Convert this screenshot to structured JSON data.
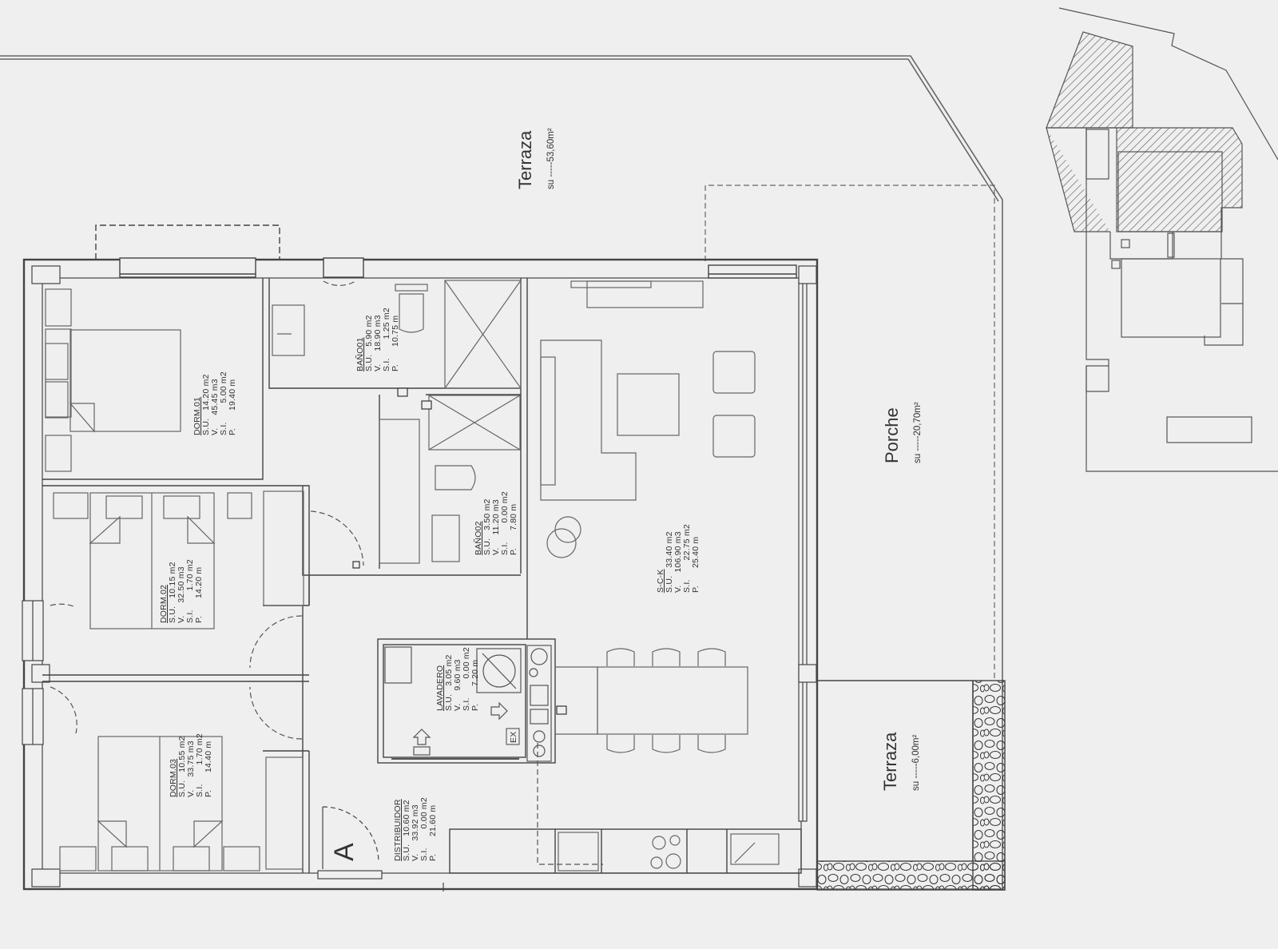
{
  "rooms": {
    "dorm01": {
      "title": "DORM.01",
      "lines": [
        {
          "label": "S.U.",
          "value": "14.20 m2"
        },
        {
          "label": "V.",
          "value": "45.45 m3"
        },
        {
          "label": "S.I.",
          "value": "5.00 m2"
        },
        {
          "label": "P.",
          "value": "19.40 m"
        }
      ]
    },
    "bano01": {
      "title": "BAÑO01",
      "lines": [
        {
          "label": "S.U.",
          "value": "5.90 m2"
        },
        {
          "label": "V.",
          "value": "18.90 m3"
        },
        {
          "label": "S.I.",
          "value": "1.25 m2"
        },
        {
          "label": "P.",
          "value": "10.75 m"
        }
      ]
    },
    "bano02": {
      "title": "BAÑO02",
      "lines": [
        {
          "label": "S.U.",
          "value": "3.50 m2"
        },
        {
          "label": "V.",
          "value": "11.20 m3"
        },
        {
          "label": "S.I.",
          "value": "0.00 m2"
        },
        {
          "label": "P.",
          "value": "7.80 m"
        }
      ]
    },
    "dorm02": {
      "title": "DORM.02",
      "lines": [
        {
          "label": "S.U.",
          "value": "10.15 m2"
        },
        {
          "label": "V.",
          "value": "32.50 m3"
        },
        {
          "label": "S.I.",
          "value": "1.70 m2"
        },
        {
          "label": "P.",
          "value": "14.20 m"
        }
      ]
    },
    "dorm03": {
      "title": "DORM.03",
      "lines": [
        {
          "label": "S.U.",
          "value": "10.55 m2"
        },
        {
          "label": "V.",
          "value": "33.75 m3"
        },
        {
          "label": "S.I.",
          "value": "1.70 m2"
        },
        {
          "label": "P.",
          "value": "14.40 m"
        }
      ]
    },
    "sck": {
      "title": "S-C-K",
      "lines": [
        {
          "label": "S.U.",
          "value": "33.40 m2"
        },
        {
          "label": "V.",
          "value": "106.90 m3"
        },
        {
          "label": "S.I.",
          "value": "22.75 m2"
        },
        {
          "label": "P.",
          "value": "25.40 m"
        }
      ]
    },
    "lavadero": {
      "title": "LAVADERO",
      "lines": [
        {
          "label": "S.U.",
          "value": "3.05 m2"
        },
        {
          "label": "V.",
          "value": "9.60 m3"
        },
        {
          "label": "S.I.",
          "value": "0.00 m2"
        },
        {
          "label": "P.",
          "value": "7.20 m"
        }
      ]
    },
    "distribuidor": {
      "title": "DISTRIBUIDOR",
      "lines": [
        {
          "label": "S.U.",
          "value": "10.60 m2"
        },
        {
          "label": "V.",
          "value": "33.92 m3"
        },
        {
          "label": "S.I.",
          "value": "0.00 m2"
        },
        {
          "label": "P.",
          "value": "21.60 m"
        }
      ]
    }
  },
  "areas": {
    "terraza_top": {
      "name": "Terraza",
      "su": "su -----53,60m²"
    },
    "porche": {
      "name": "Porche",
      "su": "su -----20,70m²"
    },
    "terraza_small": {
      "name": "Terraza",
      "su": "su -----6,00m²"
    }
  },
  "marks": {
    "section": "A",
    "exhaust": "EX"
  }
}
